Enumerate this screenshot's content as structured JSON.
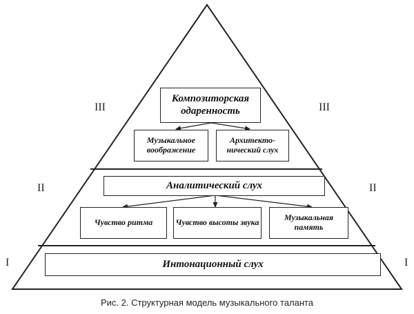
{
  "levels": {
    "top": {
      "main": "Композиторская одаренность",
      "left": "Музыкальное воображение",
      "right": "Архитекто-нический слух",
      "numeral": "III"
    },
    "middle": {
      "main": "Аналитический слух",
      "left": "Чувство ритма",
      "center": "Чувство высоты звука",
      "right": "Музыкальная память",
      "numeral": "II"
    },
    "bottom": {
      "main": "Интонационный слух",
      "numeral": "I"
    }
  },
  "caption": "Рис. 2. Структурная модель музыкального таланта"
}
